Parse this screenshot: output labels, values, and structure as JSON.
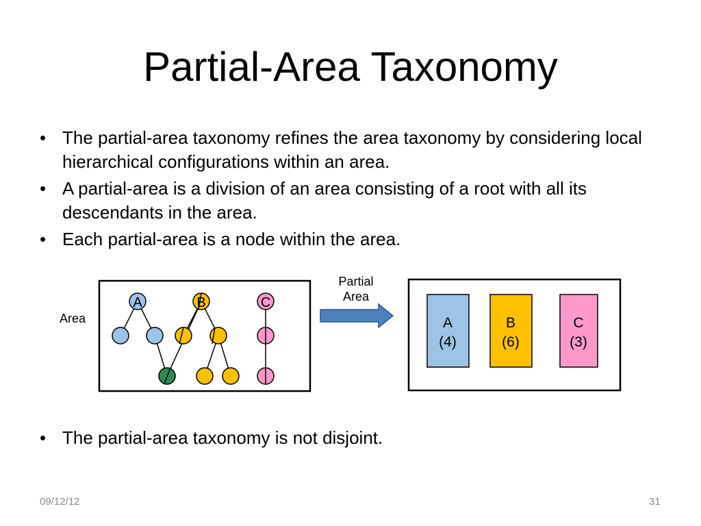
{
  "slide": {
    "title": "Partial-Area Taxonomy",
    "bullet_symbol": "•",
    "bullets": [
      "The partial-area taxonomy refines the area taxonomy  by considering local hierarchical configurations within an area.",
      "A partial-area is a division of an area consisting of a root with all its descendants in the area.",
      "Each partial-area is a node within the area."
    ],
    "closing_bullet": "The partial-area taxonomy is not disjoint."
  },
  "diagram": {
    "area_label": "Area",
    "arrow_label_line1": "Partial",
    "arrow_label_line2": "Area",
    "roots": [
      {
        "label": "A",
        "color": "#9dc3e6"
      },
      {
        "label": "B",
        "color": "#ffc000"
      },
      {
        "label": "C",
        "color": "#ff99cc"
      }
    ],
    "partial_areas": [
      {
        "name": "A",
        "count": "(4)",
        "color": "#9dc3e6"
      },
      {
        "name": "B",
        "count": "(6)",
        "color": "#ffc000"
      },
      {
        "name": "C",
        "count": "(3)",
        "color": "#ff99cc"
      }
    ],
    "colors": {
      "blue": "#9dc3e6",
      "yellow": "#ffc000",
      "pink": "#ff99cc",
      "green": "#2e8b57",
      "arrow": "#4f81bd"
    }
  },
  "footer": {
    "date": "09/12/12",
    "page_number": "31"
  }
}
